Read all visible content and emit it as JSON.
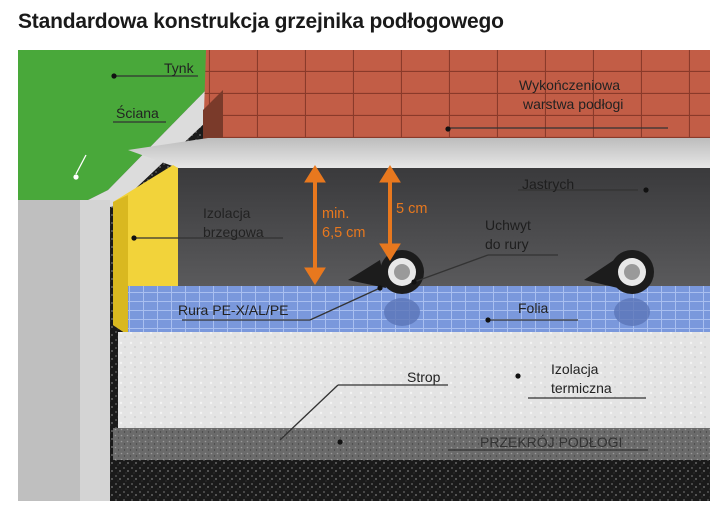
{
  "title": "Standardowa konstrukcja grzejnika podłogowego",
  "labels": {
    "tynk": "Tynk",
    "sciana": "Ściana",
    "wykonczeniowa_1": "Wykończeniowa",
    "wykonczeniowa_2": "warstwa podłogi",
    "jastrych": "Jastrych",
    "izolacja_brzegowa_1": "Izolacja",
    "izolacja_brzegowa_2": "brzegowa",
    "min_1": "min.",
    "min_2": "6,5 cm",
    "five_cm": "5 cm",
    "uchwyt_1": "Uchwyt",
    "uchwyt_2": "do rury",
    "rura": "Rura PE-X/AL/PE",
    "folia": "Folia",
    "strop": "Strop",
    "izolacja_termiczna_1": "Izolacja",
    "izolacja_termiczna_2": "termiczna",
    "przekroj": "PRZEKRÓJ PODŁOGI"
  },
  "colors": {
    "accent_orange": "#e8781e",
    "wall_green": "#4caf3c",
    "edge_insulation_yellow": "#f2d33a",
    "tiles": "#c05a45",
    "screed": "#4a4a4c",
    "foil_blue": "#6f8fd6",
    "thermal_insulation": "#e6e6e6"
  }
}
